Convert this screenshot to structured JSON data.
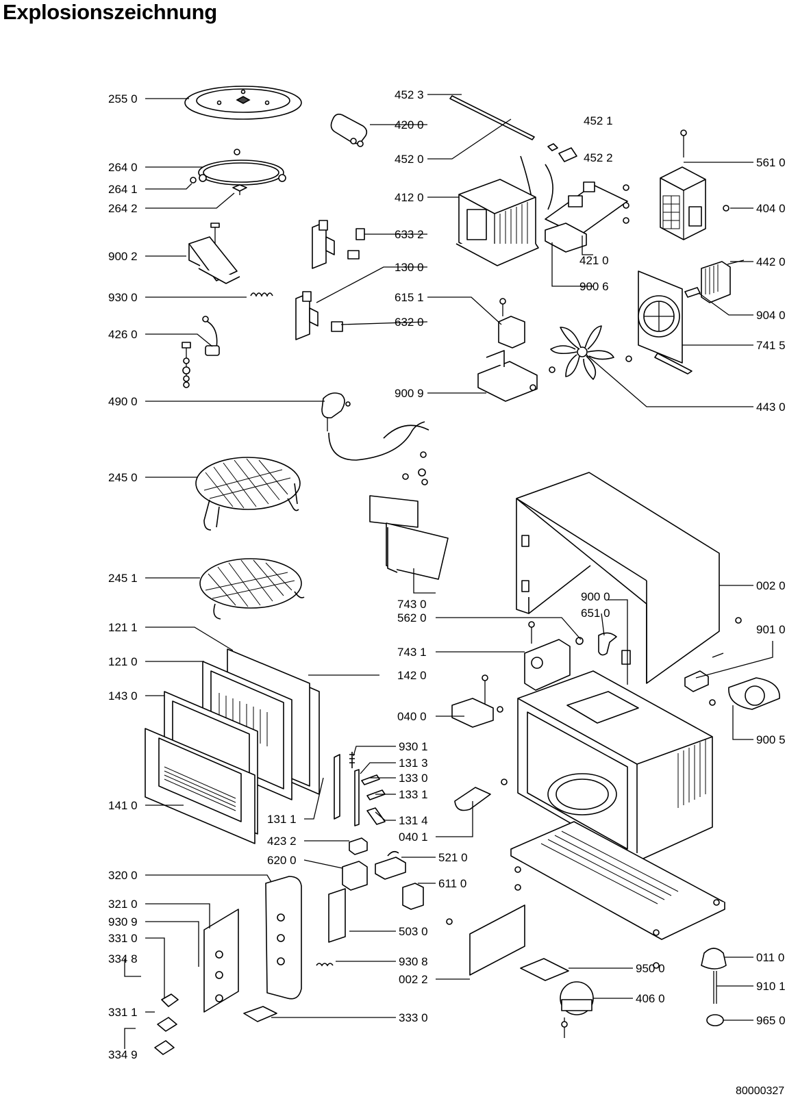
{
  "title": "Explosionszeichnung",
  "document_number": "80000327",
  "parts": [
    {
      "id": "p2550",
      "label": "255 0"
    },
    {
      "id": "p4523",
      "label": "452 3"
    },
    {
      "id": "p4200",
      "label": "420 0"
    },
    {
      "id": "p4521",
      "label": "452 1"
    },
    {
      "id": "p4520",
      "label": "452 0"
    },
    {
      "id": "p4522",
      "label": "452 2"
    },
    {
      "id": "p2640",
      "label": "264 0"
    },
    {
      "id": "p2641",
      "label": "264 1"
    },
    {
      "id": "p2642",
      "label": "264 2"
    },
    {
      "id": "p5610",
      "label": "561 0"
    },
    {
      "id": "p4120",
      "label": "412 0"
    },
    {
      "id": "p4040",
      "label": "404 0"
    },
    {
      "id": "p6332",
      "label": "633 2"
    },
    {
      "id": "p9002",
      "label": "900 2"
    },
    {
      "id": "p4210",
      "label": "421 0"
    },
    {
      "id": "p4420",
      "label": "442 0"
    },
    {
      "id": "p1300",
      "label": "130 0"
    },
    {
      "id": "p9006",
      "label": "900 6"
    },
    {
      "id": "p9300",
      "label": "930 0"
    },
    {
      "id": "p6151",
      "label": "615 1"
    },
    {
      "id": "p9040",
      "label": "904 0"
    },
    {
      "id": "p6320",
      "label": "632 0"
    },
    {
      "id": "p4260",
      "label": "426 0"
    },
    {
      "id": "p7415",
      "label": "741 5"
    },
    {
      "id": "p9009",
      "label": "900 9"
    },
    {
      "id": "p4900",
      "label": "490 0"
    },
    {
      "id": "p4430",
      "label": "443 0"
    },
    {
      "id": "p2450",
      "label": "245 0"
    },
    {
      "id": "p2451",
      "label": "245 1"
    },
    {
      "id": "p0020",
      "label": "002 0"
    },
    {
      "id": "p7430",
      "label": "743 0"
    },
    {
      "id": "p9000",
      "label": "900 0"
    },
    {
      "id": "p6510",
      "label": "651 0"
    },
    {
      "id": "p5620",
      "label": "562 0"
    },
    {
      "id": "p1211",
      "label": "121 1"
    },
    {
      "id": "p9010",
      "label": "901 0"
    },
    {
      "id": "p7431",
      "label": "743 1"
    },
    {
      "id": "p1210",
      "label": "121 0"
    },
    {
      "id": "p1420",
      "label": "142 0"
    },
    {
      "id": "p1430",
      "label": "143 0"
    },
    {
      "id": "p0400",
      "label": "040 0"
    },
    {
      "id": "p9005",
      "label": "900 5"
    },
    {
      "id": "p9301",
      "label": "930 1"
    },
    {
      "id": "p1313",
      "label": "131 3"
    },
    {
      "id": "p1330",
      "label": "133 0"
    },
    {
      "id": "p1331",
      "label": "133 1"
    },
    {
      "id": "p1410",
      "label": "141 0"
    },
    {
      "id": "p1311",
      "label": "131 1"
    },
    {
      "id": "p1314",
      "label": "131 4"
    },
    {
      "id": "p0401",
      "label": "040 1"
    },
    {
      "id": "p4232",
      "label": "423 2"
    },
    {
      "id": "p6200",
      "label": "620 0"
    },
    {
      "id": "p5210",
      "label": "521 0"
    },
    {
      "id": "p3200",
      "label": "320 0"
    },
    {
      "id": "p6110",
      "label": "611 0"
    },
    {
      "id": "p3210",
      "label": "321 0"
    },
    {
      "id": "p9309",
      "label": "930 9"
    },
    {
      "id": "p5030",
      "label": "503 0"
    },
    {
      "id": "p3310",
      "label": "331 0"
    },
    {
      "id": "p0110",
      "label": "011 0"
    },
    {
      "id": "p3348",
      "label": "334 8"
    },
    {
      "id": "p9308",
      "label": "930 8"
    },
    {
      "id": "p0022",
      "label": "002 2"
    },
    {
      "id": "p9500",
      "label": "950 0"
    },
    {
      "id": "p9101",
      "label": "910 1"
    },
    {
      "id": "p4060",
      "label": "406 0"
    },
    {
      "id": "p3311",
      "label": "331 1"
    },
    {
      "id": "p3330",
      "label": "333 0"
    },
    {
      "id": "p9650",
      "label": "965 0"
    },
    {
      "id": "p3349",
      "label": "334 9"
    }
  ]
}
